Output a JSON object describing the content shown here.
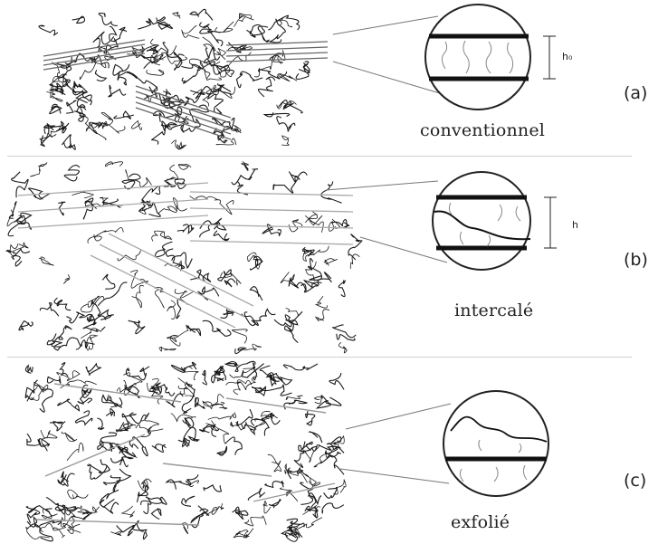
{
  "panels": [
    {
      "letter": "(a)",
      "caption": "conventionnel",
      "dimension_label": "h₀"
    },
    {
      "letter": "(b)",
      "caption": "intercalé",
      "dimension_label": "h"
    },
    {
      "letter": "(c)",
      "caption": "exfolié",
      "dimension_label": ""
    }
  ],
  "colors": {
    "line": "#1a1a1a",
    "faint": "#9a9a9a",
    "separator": "#cfcfcf"
  }
}
